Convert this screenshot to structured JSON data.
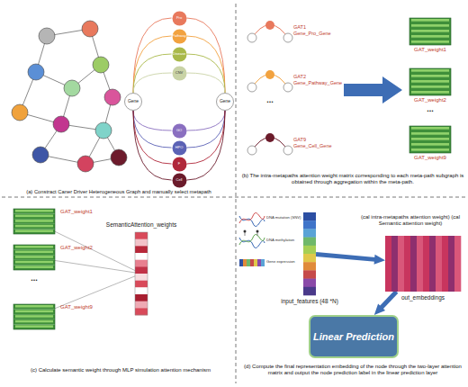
{
  "diagram": {
    "nodes": [
      {
        "text": [
          "Gene"
        ]
      },
      {
        "text": [
          "Pro"
        ]
      },
      {
        "text": [
          "Pathway"
        ]
      },
      {
        "text": [
          "Disease"
        ]
      },
      {
        "text": [
          "CNV"
        ]
      },
      {
        "text": [
          "GO"
        ]
      },
      {
        "text": [
          "HPO"
        ]
      },
      {
        "text": [
          "F"
        ]
      },
      {
        "text": [
          "Cell"
        ]
      },
      {
        "text": [
          "Gene"
        ]
      },
      {
        "text": [
          "GAT_weight1"
        ]
      },
      {
        "text": [
          "GAT_weight2"
        ]
      },
      {
        "text": [
          "GAT_weight9"
        ]
      },
      {
        "text": [
          "GAT_weight1"
        ]
      },
      {
        "text": [
          "GAT_weight2"
        ]
      },
      {
        "text": [
          "GAT_weight9"
        ]
      },
      {
        "text": [
          "SemanticAttention_weights"
        ]
      },
      {
        "text": [
          "input_features (48 *N)"
        ]
      },
      {
        "text": [
          "out_embeddings"
        ]
      },
      {
        "text": [
          "Linear Prediction"
        ]
      }
    ],
    "edges": [
      {
        "from": 0,
        "to": 1,
        "arrow": "none"
      },
      {
        "from": 1,
        "to": 9,
        "arrow": "none"
      },
      {
        "from": 0,
        "to": 2,
        "arrow": "none"
      },
      {
        "from": 2,
        "to": 9,
        "arrow": "none"
      },
      {
        "from": 0,
        "to": 3,
        "arrow": "none"
      },
      {
        "from": 3,
        "to": 9,
        "arrow": "none"
      },
      {
        "from": 0,
        "to": 4,
        "arrow": "none"
      },
      {
        "from": 4,
        "to": 9,
        "arrow": "none"
      },
      {
        "from": 0,
        "to": 5,
        "arrow": "none"
      },
      {
        "from": 5,
        "to": 9,
        "arrow": "none"
      },
      {
        "from": 0,
        "to": 6,
        "arrow": "none"
      },
      {
        "from": 6,
        "to": 9,
        "arrow": "none"
      },
      {
        "from": 0,
        "to": 7,
        "arrow": "none"
      },
      {
        "from": 7,
        "to": 9,
        "arrow": "none"
      },
      {
        "from": 0,
        "to": 8,
        "arrow": "none"
      },
      {
        "from": 8,
        "to": 9,
        "arrow": "none"
      },
      {
        "from": 13,
        "to": 16,
        "arrow": "none"
      },
      {
        "from": 14,
        "to": 16,
        "arrow": "none"
      },
      {
        "from": 15,
        "to": 16,
        "arrow": "none"
      },
      {
        "from": 17,
        "to": 18,
        "arrow": "to",
        "label": "(cal intra-metapaths attention weight) (cal Semantic attention weight)"
      },
      {
        "from": 18,
        "to": 19,
        "arrow": "to"
      }
    ],
    "labels": [
      "(a) Constract Caner Driver Heterogeneous Graph and manually select metapath",
      "GAT1",
      "Gene_Pro_Gene",
      "GAT2",
      "Gene_Pathway_Gene",
      "...",
      "GAT9",
      "Gene_Cell_Gene",
      "...",
      "(b) The intra-metapaths attention weight matrix corresponding to each meta-path subgraph is obtained through aggregation within the meta-path.",
      "...",
      "(c) Calculate semantic weight through MLP simulation attention mechanism",
      "DNA mutation (SNV)",
      "DNA methylation",
      "Gene expression",
      "(d) Compute the final representation embedding of the node through the two-layer attention matrix and output the node prediction label in the linear prediction layer"
    ]
  }
}
